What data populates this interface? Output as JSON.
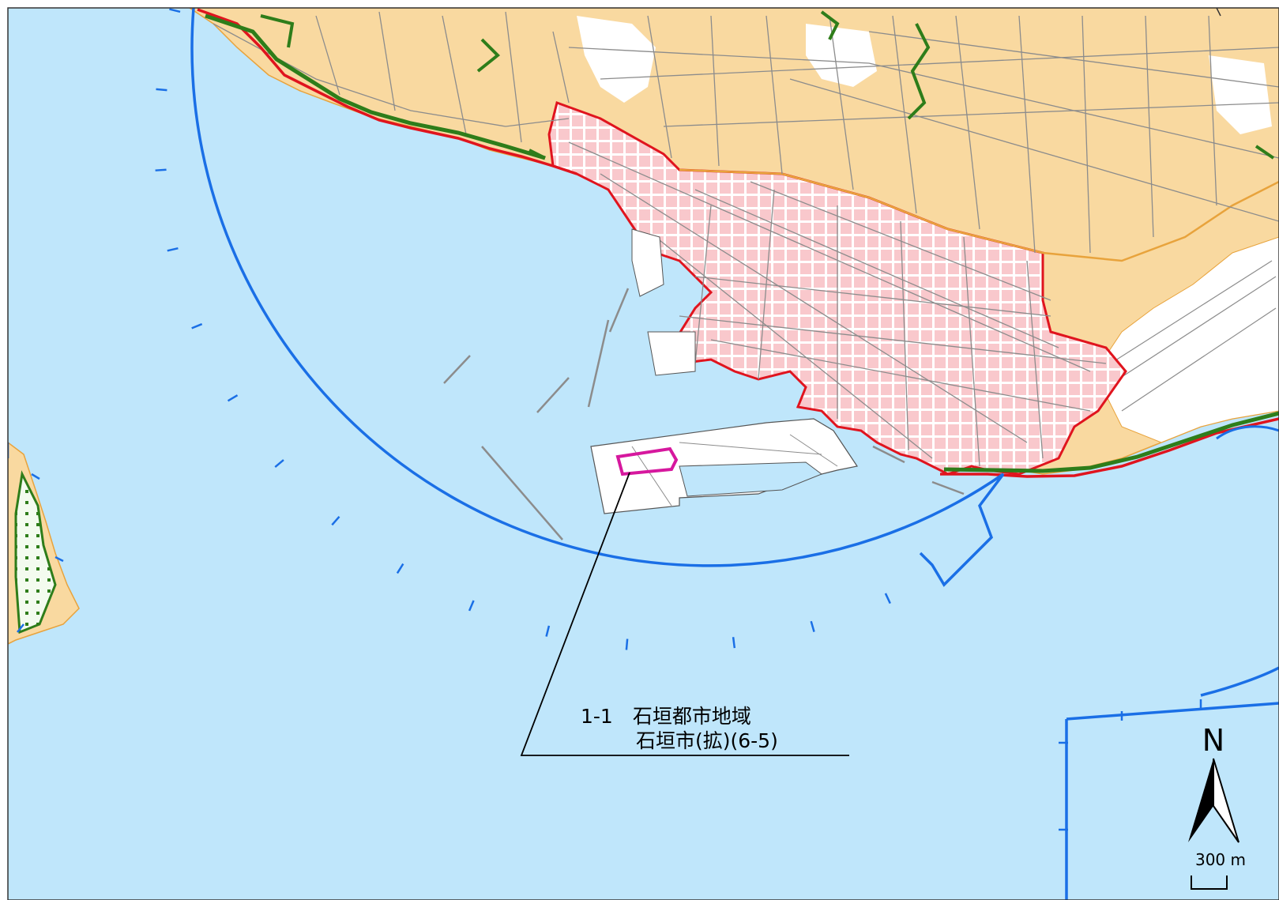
{
  "colors": {
    "sea": "#bfe6fb",
    "land": "#f9d9a0",
    "land_white": "#ffffff",
    "urban_fill": "#f9c8cc",
    "urban_grid": "#ffffff",
    "urban_border": "#e0141e",
    "coast_line": "#e0141e",
    "green_strip": "#2e7d1a",
    "boundary_blue": "#1a6fe6",
    "road": "#8c8c8c",
    "land_edge": "#e8a33c",
    "frame": "#333333",
    "highlight": "#d6189e",
    "leader": "#000000"
  },
  "label": {
    "line1": "1-1　石垣都市地域",
    "line2": "石垣市(拡)(6-5)"
  },
  "north_arrow": {
    "letter": "N",
    "icon": "north-arrow-icon"
  },
  "scale_bar": {
    "text": "300 m"
  }
}
